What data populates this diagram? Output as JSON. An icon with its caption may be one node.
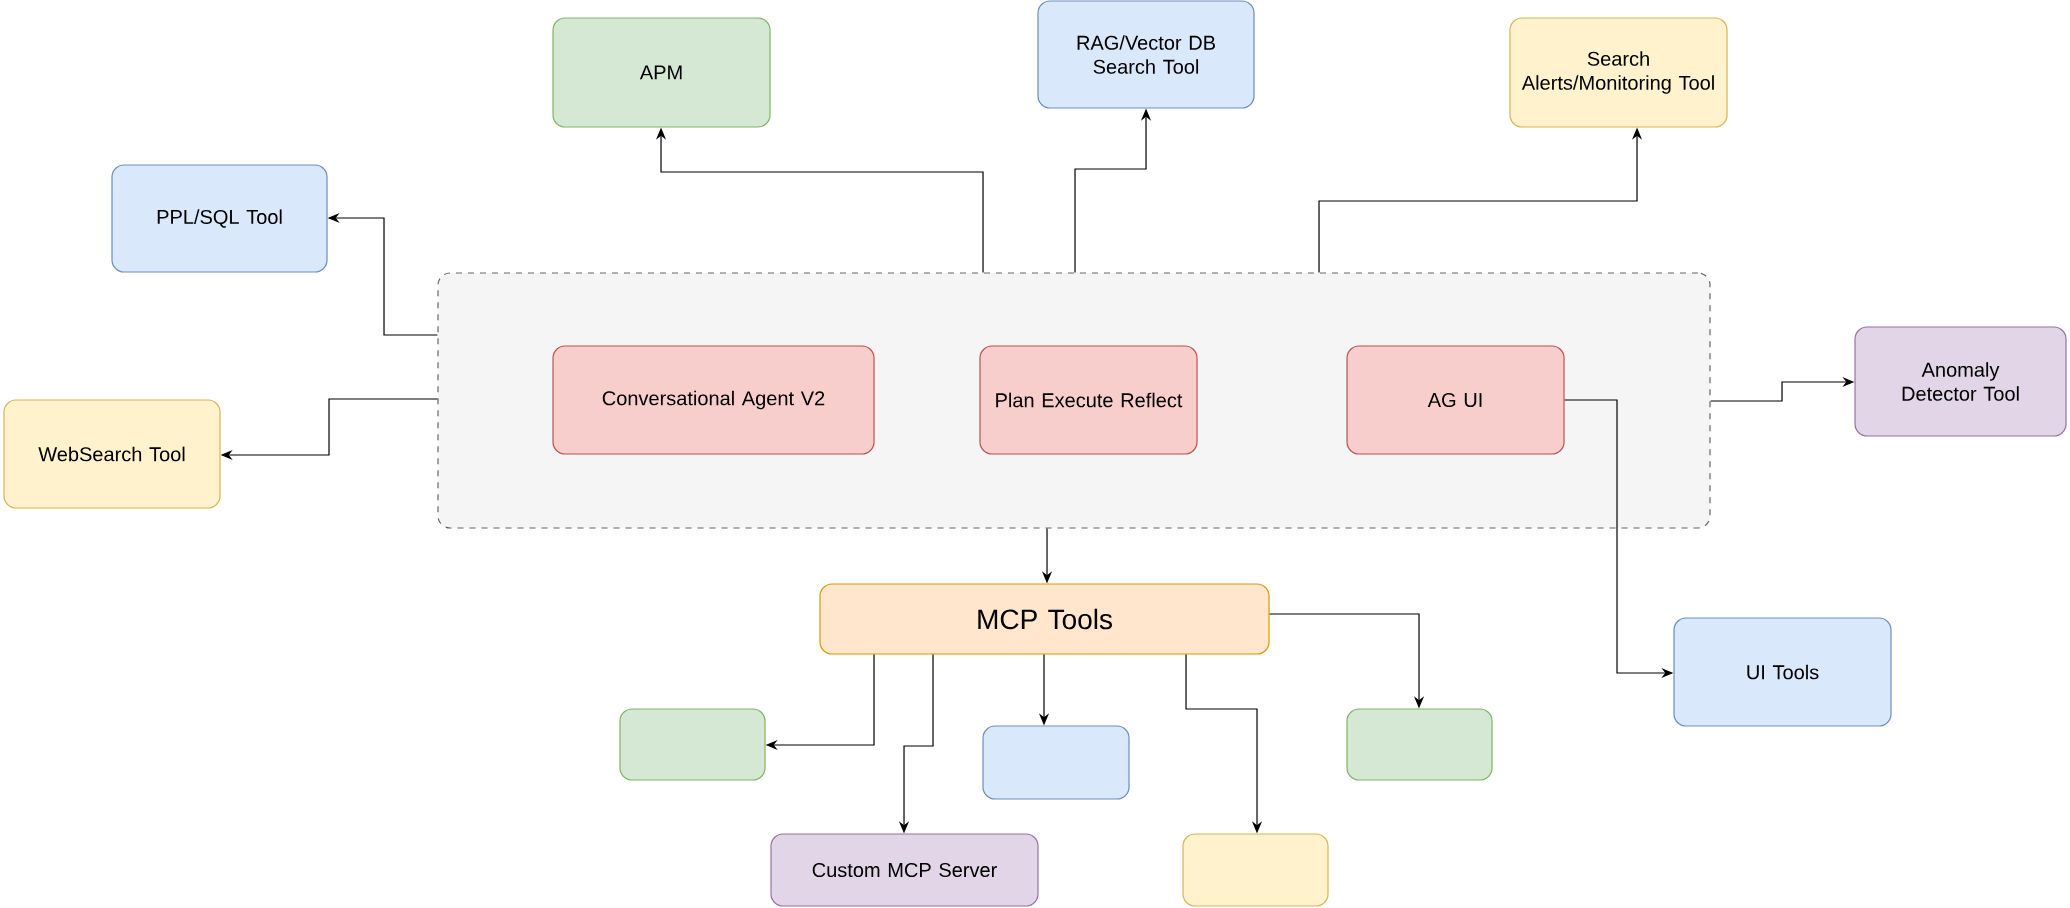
{
  "diagram": {
    "nodes": [
      {
        "text": [],
        "shape": "box"
      },
      {
        "text": [
          "Conversational Agent V2"
        ],
        "in": 0
      },
      {
        "text": [
          "Plan Execute Reflect"
        ],
        "in": 0
      },
      {
        "text": [
          "AG UI"
        ],
        "in": 0
      },
      {
        "text": [
          "APM"
        ]
      },
      {
        "text": [
          "RAG/Vector DB Search Tool"
        ]
      },
      {
        "text": [
          "Search Alerts/Monitoring Tool"
        ]
      },
      {
        "text": [
          "PPL/SQL Tool"
        ]
      },
      {
        "text": [
          "WebSearch Tool"
        ]
      },
      {
        "text": [
          "Anomaly Detector Tool"
        ]
      },
      {
        "text": [
          "MCP Tools"
        ]
      },
      {
        "text": [
          "UI Tools"
        ]
      },
      {
        "text": [],
        "shape": "box"
      },
      {
        "text": [],
        "shape": "box"
      },
      {
        "text": [],
        "shape": "box"
      },
      {
        "text": [
          "Custom MCP Server"
        ]
      },
      {
        "text": [],
        "shape": "box"
      }
    ],
    "edges": [
      {
        "from": 0,
        "to": 4,
        "arrow": "to"
      },
      {
        "from": 0,
        "to": 5,
        "arrow": "to"
      },
      {
        "from": 0,
        "to": 6,
        "arrow": "to"
      },
      {
        "from": 0,
        "to": 7,
        "arrow": "to"
      },
      {
        "from": 0,
        "to": 8,
        "arrow": "to"
      },
      {
        "from": 0,
        "to": 9,
        "arrow": "to"
      },
      {
        "from": 3,
        "to": 11,
        "arrow": "to"
      },
      {
        "from": 0,
        "to": 10,
        "arrow": "to"
      },
      {
        "from": 10,
        "to": 12,
        "arrow": "to"
      },
      {
        "from": 10,
        "to": 15,
        "arrow": "to"
      },
      {
        "from": 10,
        "to": 13,
        "arrow": "to"
      },
      {
        "from": 10,
        "to": 16,
        "arrow": "to"
      },
      {
        "from": 10,
        "to": 14,
        "arrow": "to"
      }
    ]
  }
}
